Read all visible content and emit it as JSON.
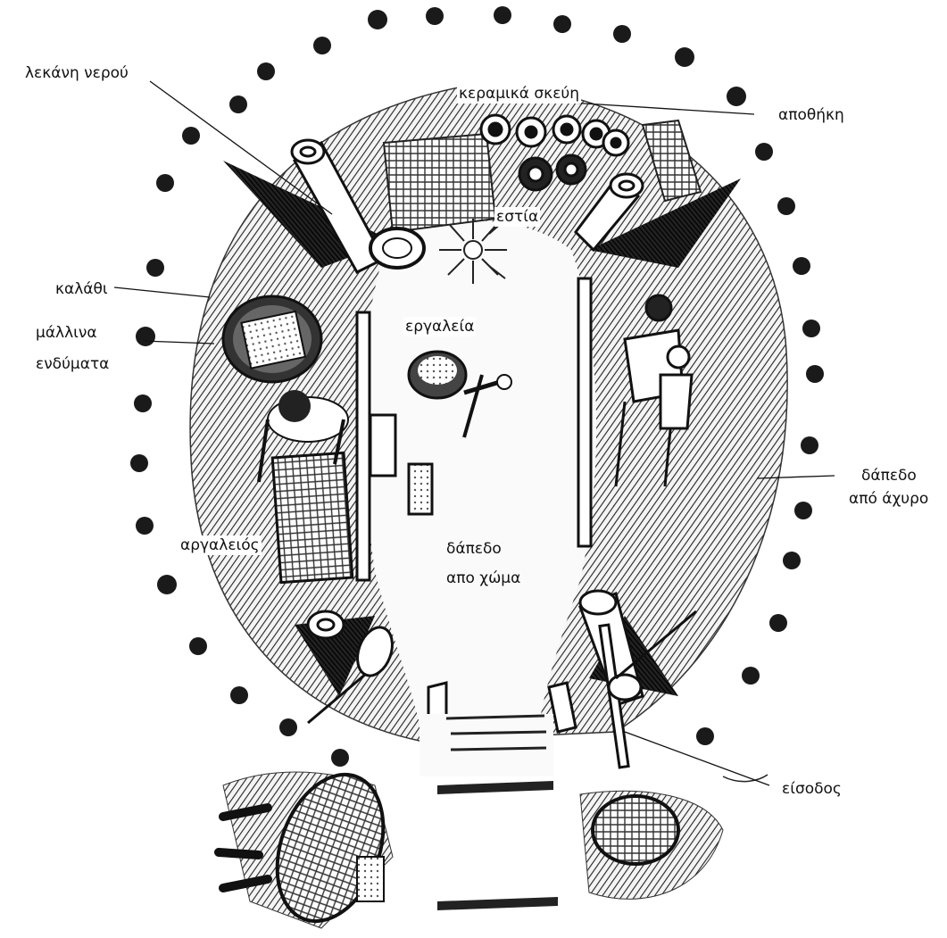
{
  "labels": {
    "water_basin": "λεκάνη νερού",
    "pottery": "κεραμικά σκεύη",
    "storage": "αποθήκη",
    "hearth": "εστία",
    "basket": "καλάθι",
    "wool_clothes_line1": "μάλλινα",
    "wool_clothes_line2": "ενδύματα",
    "tools": "εργαλεία",
    "straw_floor_line1": "δάπεδο",
    "straw_floor_line2": "από άχυρο",
    "loom": "αργαλειός",
    "earth_floor_line1": "δάπεδο",
    "earth_floor_line2": "απο χώμα",
    "entrance": "είσοδος"
  }
}
